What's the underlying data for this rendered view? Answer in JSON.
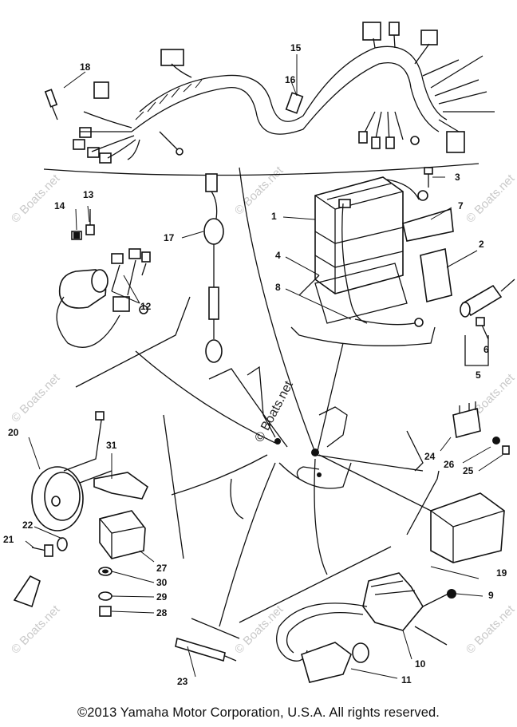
{
  "copyright": "©2013 Yamaha Motor Corporation, U.S.A. All rights reserved.",
  "watermark": "© Boats.net",
  "callouts": [
    "1",
    "2",
    "3",
    "4",
    "5",
    "6",
    "7",
    "8",
    "9",
    "10",
    "11",
    "12",
    "13",
    "14",
    "15",
    "16",
    "17",
    "18",
    "19",
    "20",
    "21",
    "22",
    "23",
    "24",
    "25",
    "26",
    "27",
    "28",
    "29",
    "30",
    "31"
  ]
}
